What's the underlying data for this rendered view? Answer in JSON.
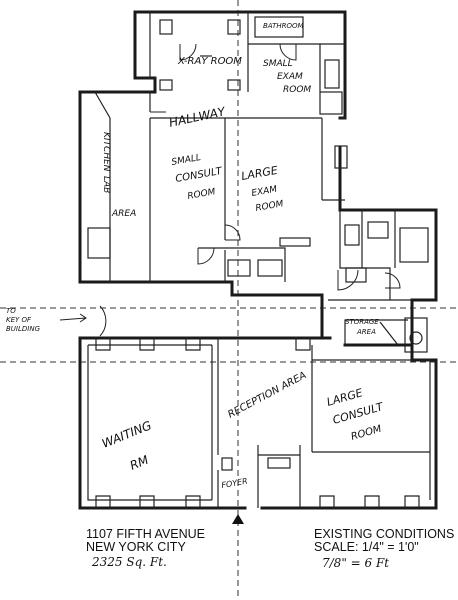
{
  "rooms": {
    "bathroom": "BATHROOM",
    "xray": "X-RAY ROOM",
    "small_exam_1": "SMALL",
    "small_exam_2": "EXAM",
    "small_exam_3": "ROOM",
    "hallway": "HALLWAY",
    "kitchen_1": "KITCHEN",
    "kitchen_2": "LAB",
    "kitchen_3": "AREA",
    "small_consult_1": "SMALL",
    "small_consult_2": "CONSULT",
    "small_consult_3": "ROOM",
    "large_exam_1": "LARGE",
    "large_exam_2": "EXAM",
    "large_exam_3": "ROOM",
    "storage_1": "STORAGE",
    "storage_2": "AREA",
    "waiting_1": "WAITING",
    "waiting_2": "RM",
    "reception": "RECEPTION AREA",
    "large_consult_1": "LARGE",
    "large_consult_2": "CONSULT",
    "large_consult_3": "ROOM",
    "foyer": "FOYER",
    "to_key_1": "TO",
    "to_key_2": "KEY OF",
    "to_key_3": "BUILDING"
  },
  "address": {
    "line1": "1107  FIFTH AVENUE",
    "line2": "NEW YORK CITY",
    "area": "2325  Sq. Ft."
  },
  "conditions": {
    "title": "EXISTING CONDITIONS",
    "scale": "SCALE: 1/4\" = 1'0\"",
    "note": "7/8\" = 6 Ft"
  }
}
